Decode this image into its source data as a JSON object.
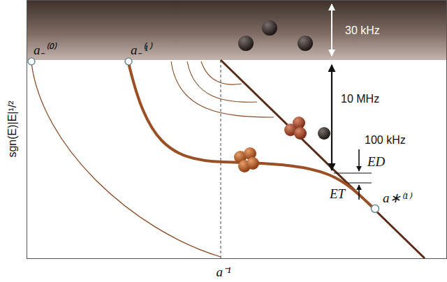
{
  "diagram": {
    "nodes": [
      {
        "text": [
          "30 kHz"
        ]
      }
    ],
    "labels": [
      "a₋⁽⁰⁾",
      "a₋⁽¹⁾",
      "10 MHz",
      "100 kHz",
      "ED",
      "ET",
      "a∗⁽¹⁾",
      "sgn(E)|E|¹/²",
      "a⁻¹"
    ]
  }
}
